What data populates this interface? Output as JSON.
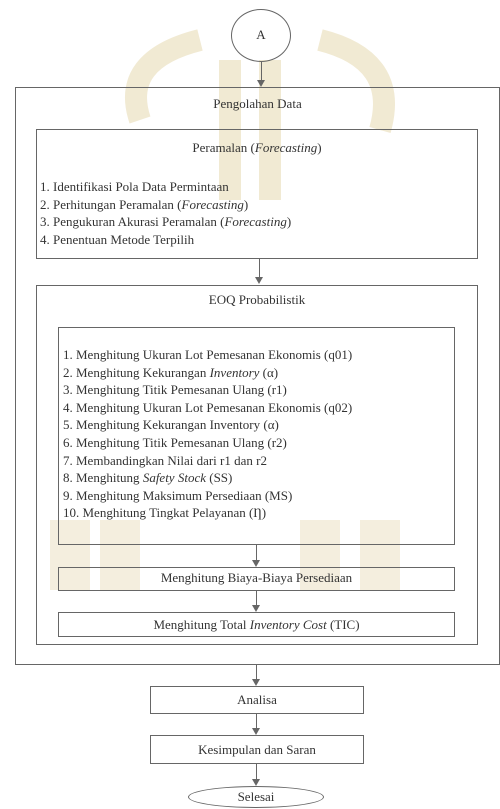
{
  "connector": {
    "label": "A"
  },
  "main": {
    "title": "Pengolahan Data"
  },
  "forecast": {
    "title_prefix": "Peramalan (",
    "title_em": "Forecasting",
    "title_suffix": ")",
    "items": [
      {
        "num": "1.",
        "pre": "Identifikasi Pola Data Permintaan",
        "em": "",
        "post": ""
      },
      {
        "num": "2.",
        "pre": "Perhitungan Peramalan (",
        "em": "Forecasting",
        "post": ")"
      },
      {
        "num": "3.",
        "pre": "Pengukuran Akurasi Peramalan (",
        "em": "Forecasting",
        "post": ")"
      },
      {
        "num": "4.",
        "pre": "Penentuan Metode Terpilih",
        "em": "",
        "post": ""
      }
    ]
  },
  "eoq": {
    "title": "EOQ Probabilistik",
    "items": [
      {
        "num": "1.",
        "pre": "Menghitung Ukuran Lot Pemesanan Ekonomis (q01)",
        "em": "",
        "post": ""
      },
      {
        "num": "2.",
        "pre": "Menghitung Kekurangan ",
        "em": "Inventory",
        "post": " (α)"
      },
      {
        "num": "3.",
        "pre": "Menghitung Titik Pemesanan Ulang (r1)",
        "em": "",
        "post": ""
      },
      {
        "num": "4.",
        "pre": "Menghitung Ukuran Lot Pemesanan Ekonomis (q02)",
        "em": "",
        "post": ""
      },
      {
        "num": "5.",
        "pre": "Menghitung Kekurangan Inventory (α)",
        "em": "",
        "post": ""
      },
      {
        "num": "6.",
        "pre": "Menghitung Titik Pemesanan Ulang (r2)",
        "em": "",
        "post": ""
      },
      {
        "num": "7.",
        "pre": "Membandingkan Nilai dari r1 dan r2",
        "em": "",
        "post": ""
      },
      {
        "num": "8.",
        "pre": "Menghitung ",
        "em": "Safety Stock",
        "post": " (SS)"
      },
      {
        "num": "9.",
        "pre": "Menghitung Maksimum Persediaan (MS)",
        "em": "",
        "post": ""
      },
      {
        "num": "10.",
        "pre": "Menghitung Tingkat Pelayanan (Ƞ)",
        "em": "",
        "post": ""
      }
    ]
  },
  "biaya": {
    "label": "Menghitung Biaya-Biaya Persediaan"
  },
  "total": {
    "pre": "Menghitung Total ",
    "em": "Inventory Cost",
    "post": " (TIC)"
  },
  "analisa": {
    "label": "Analisa"
  },
  "kesimpulan": {
    "label": "Kesimpulan dan Saran"
  },
  "selesai": {
    "label": "Selesai"
  },
  "colors": {
    "line": "#666666",
    "text": "#333333",
    "watermark": "#f2ecd6"
  }
}
